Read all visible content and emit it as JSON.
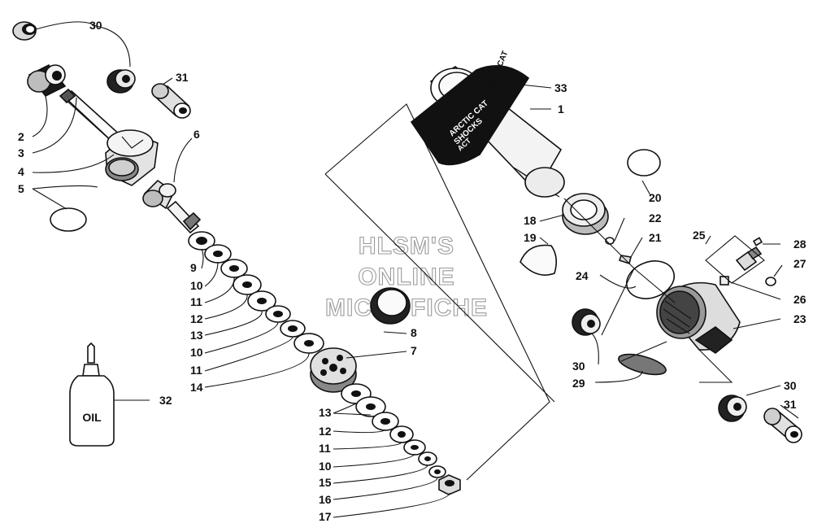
{
  "watermark": [
    "HLSM'S",
    "ONLINE",
    "MICROFICHE"
  ],
  "oil_bottle_label": "OIL",
  "decal": {
    "text_a_line1": "ARCTIC CAT",
    "text_a_line2": "SHOCKS",
    "text_b_line1": "ARCTIC CAT",
    "text_b_line2": "SHOCKS",
    "badge": "ACT"
  },
  "callouts": {
    "c30a": "30",
    "c31a": "31",
    "c2": "2",
    "c3": "3",
    "c4": "4",
    "c5": "5",
    "c6": "6",
    "c9": "9",
    "c10a": "10",
    "c11a": "11",
    "c12a": "12",
    "c13a": "13",
    "c10b": "10",
    "c11b": "11",
    "c14": "14",
    "c8": "8",
    "c7": "7",
    "c32": "32",
    "c13b": "13",
    "c12b": "12",
    "c11c": "11",
    "c10c": "10",
    "c15": "15",
    "c16": "16",
    "c17": "17",
    "c33": "33",
    "c1": "1",
    "c20": "20",
    "c18": "18",
    "c19": "19",
    "c22": "22",
    "c21": "21",
    "c24": "24",
    "c25": "25",
    "c28": "28",
    "c27": "27",
    "c26": "26",
    "c23": "23",
    "c30b": "30",
    "c29": "29",
    "c30c": "30",
    "c31b": "31"
  }
}
